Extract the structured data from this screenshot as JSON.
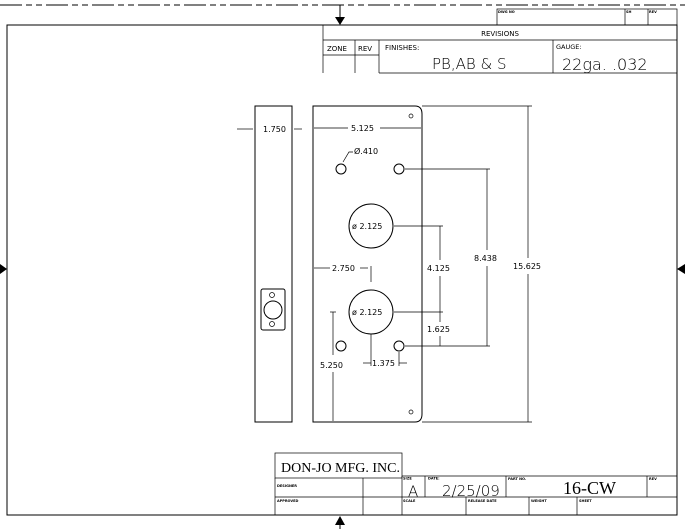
{
  "title_block_top": {
    "dwg_no_label": "DWG NO",
    "sh_label": "SH",
    "rev_label": "REV",
    "revisions_label": "REVISIONS",
    "zone_label": "ZONE",
    "rev_col_label": "REV",
    "finishes_label": "FINISHES:",
    "finishes_value": "PB,AB & S",
    "gauge_label": "GAUGE:",
    "gauge_value": "22ga. .032"
  },
  "dimensions": {
    "side_width": "1.750",
    "plate_width": "5.125",
    "small_hole_dia": "Ø.410",
    "upper_bore_dia": "ø 2.125",
    "lower_bore_dia": "ø 2.125",
    "backset": "2.750",
    "bore_spacing": "4.125",
    "screw_spacing": "8.438",
    "plate_height": "15.625",
    "screw_to_bore": "1.625",
    "bottom_to_bore": "5.250",
    "screw_offset": "1.375"
  },
  "title_block_bottom": {
    "company": "DON-JO MFG. INC.",
    "designer_label": "DESIGNER",
    "approved_label": "APPROVED",
    "size_label": "SIZE",
    "size_value": "A",
    "date_label": "DATE:",
    "date_value": "2/25/09",
    "part_no_label": "PART NO.",
    "part_no_value": "16-CW",
    "rev_label": "REV",
    "scale_label": "SCALE",
    "release_date_label": "RELEASE DATE",
    "weight_label": "WEIGHT",
    "sheet_label": "SHEET"
  }
}
